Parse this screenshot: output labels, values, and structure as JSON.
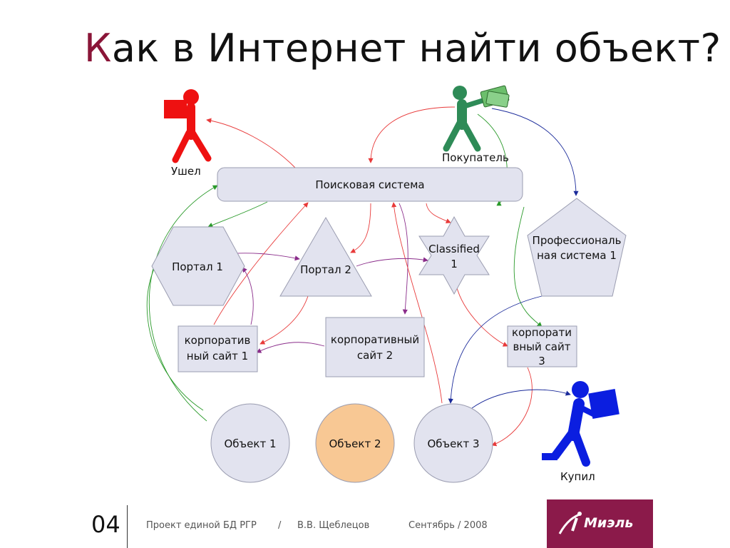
{
  "title": {
    "first_letter": "К",
    "rest": "ак в Интернет найти объект?"
  },
  "actors": {
    "left": {
      "label": "Ушел",
      "color": "#ee1111"
    },
    "buyer": {
      "label": "Покупатель",
      "color": "#2e8b57"
    },
    "bought": {
      "label": "Купил",
      "color": "#0b1ee0"
    }
  },
  "nodes": {
    "search": "Поисковая система",
    "portal1": "Портал 1",
    "portal2": "Портал 2",
    "classified": [
      "Classified",
      "1"
    ],
    "prof": [
      "Профессиональ",
      "ная система 1"
    ],
    "corp1": [
      "корпоратив",
      "ный сайт 1"
    ],
    "corp2": [
      "корпоративный",
      "сайт 2"
    ],
    "corp3": [
      "корпорати",
      "вный сайт",
      "3"
    ],
    "obj1": "Объект 1",
    "obj2": "Объект 2",
    "obj3": "Объект 3"
  },
  "colors": {
    "node_fill": "#e2e3ef",
    "node_stroke": "#9a9cb0",
    "obj2_fill": "#f8c894",
    "red": "#e83a3a",
    "green": "#2a9a2a",
    "purple": "#8a2c8a",
    "navy": "#1a2a9a"
  },
  "footer": {
    "page": "04",
    "project": "Проект единой БД РГР",
    "sep": "/",
    "author": "В.В. Щеблецов",
    "date": "Сентябрь / 2008",
    "logo": "Миэль"
  }
}
